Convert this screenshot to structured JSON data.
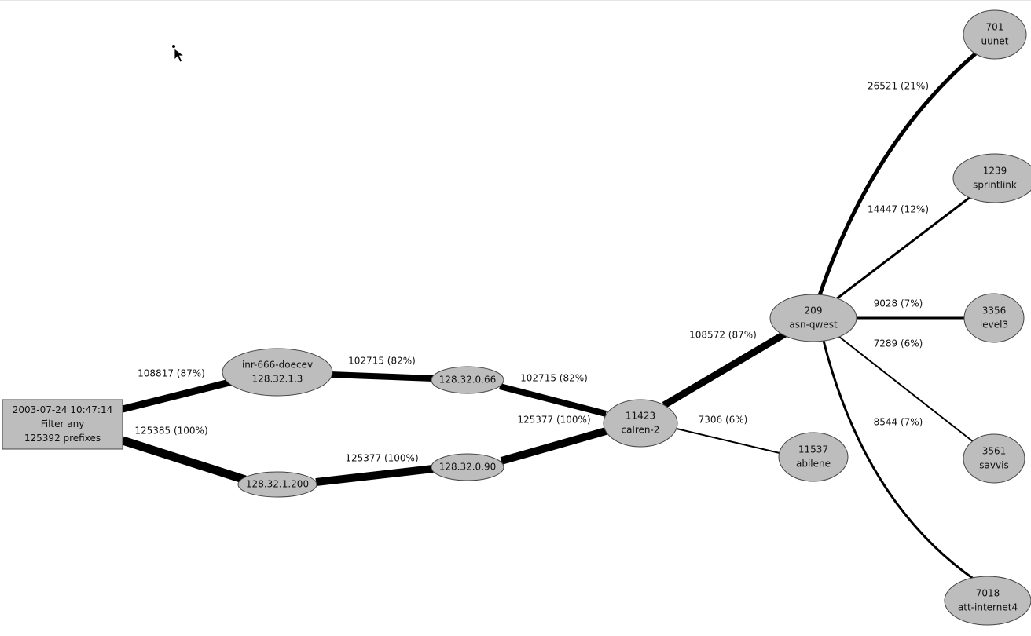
{
  "diagram": {
    "colors": {
      "node_fill": "#bdbdbd",
      "node_stroke": "#444444",
      "edge": "#000000",
      "background": "#ffffff"
    },
    "source": {
      "lines": [
        "2003-07-24 10:47:14",
        "Filter any",
        "125392 prefixes"
      ]
    },
    "nodes": [
      {
        "id": "inr",
        "lines": [
          "inr-666-doecev",
          "128.32.1.3"
        ]
      },
      {
        "id": "r1200",
        "lines": [
          "128.32.1.200"
        ]
      },
      {
        "id": "r066",
        "lines": [
          "128.32.0.66"
        ]
      },
      {
        "id": "r090",
        "lines": [
          "128.32.0.90"
        ]
      },
      {
        "id": "calren",
        "lines": [
          "11423",
          "calren-2"
        ]
      },
      {
        "id": "qwest",
        "lines": [
          "209",
          "asn-qwest"
        ]
      },
      {
        "id": "abilene",
        "lines": [
          "11537",
          "abilene"
        ]
      },
      {
        "id": "uunet",
        "lines": [
          "701",
          "uunet"
        ]
      },
      {
        "id": "sprint",
        "lines": [
          "1239",
          "sprintlink"
        ]
      },
      {
        "id": "level3",
        "lines": [
          "3356",
          "level3"
        ]
      },
      {
        "id": "savvis",
        "lines": [
          "3561",
          "savvis"
        ]
      },
      {
        "id": "att",
        "lines": [
          "7018",
          "att-internet4"
        ]
      }
    ],
    "edges": [
      {
        "id": "src-inr",
        "from": "source",
        "to": "inr",
        "label": "108817 (87%)"
      },
      {
        "id": "src-r1200",
        "from": "source",
        "to": "r1200",
        "label": "125385 (100%)"
      },
      {
        "id": "inr-r066",
        "from": "inr",
        "to": "r066",
        "label": "102715 (82%)"
      },
      {
        "id": "r1200-r090",
        "from": "r1200",
        "to": "r090",
        "label": "125377 (100%)"
      },
      {
        "id": "r066-calren",
        "from": "r066",
        "to": "calren",
        "label": "102715 (82%)"
      },
      {
        "id": "r090-calren",
        "from": "r090",
        "to": "calren",
        "label": "125377 (100%)"
      },
      {
        "id": "calren-qwest",
        "from": "calren",
        "to": "qwest",
        "label": "108572 (87%)"
      },
      {
        "id": "calren-abilene",
        "from": "calren",
        "to": "abilene",
        "label": "7306 (6%)"
      },
      {
        "id": "qwest-uunet",
        "from": "qwest",
        "to": "uunet",
        "label": "26521 (21%)"
      },
      {
        "id": "qwest-sprint",
        "from": "qwest",
        "to": "sprint",
        "label": "14447 (12%)"
      },
      {
        "id": "qwest-level3",
        "from": "qwest",
        "to": "level3",
        "label": "9028 (7%)"
      },
      {
        "id": "qwest-savvis",
        "from": "qwest",
        "to": "savvis",
        "label": "7289 (6%)"
      },
      {
        "id": "qwest-att",
        "from": "qwest",
        "to": "att",
        "label": "8544 (7%)"
      }
    ]
  },
  "cursor": {
    "icon": "mouse-pointer-icon"
  }
}
